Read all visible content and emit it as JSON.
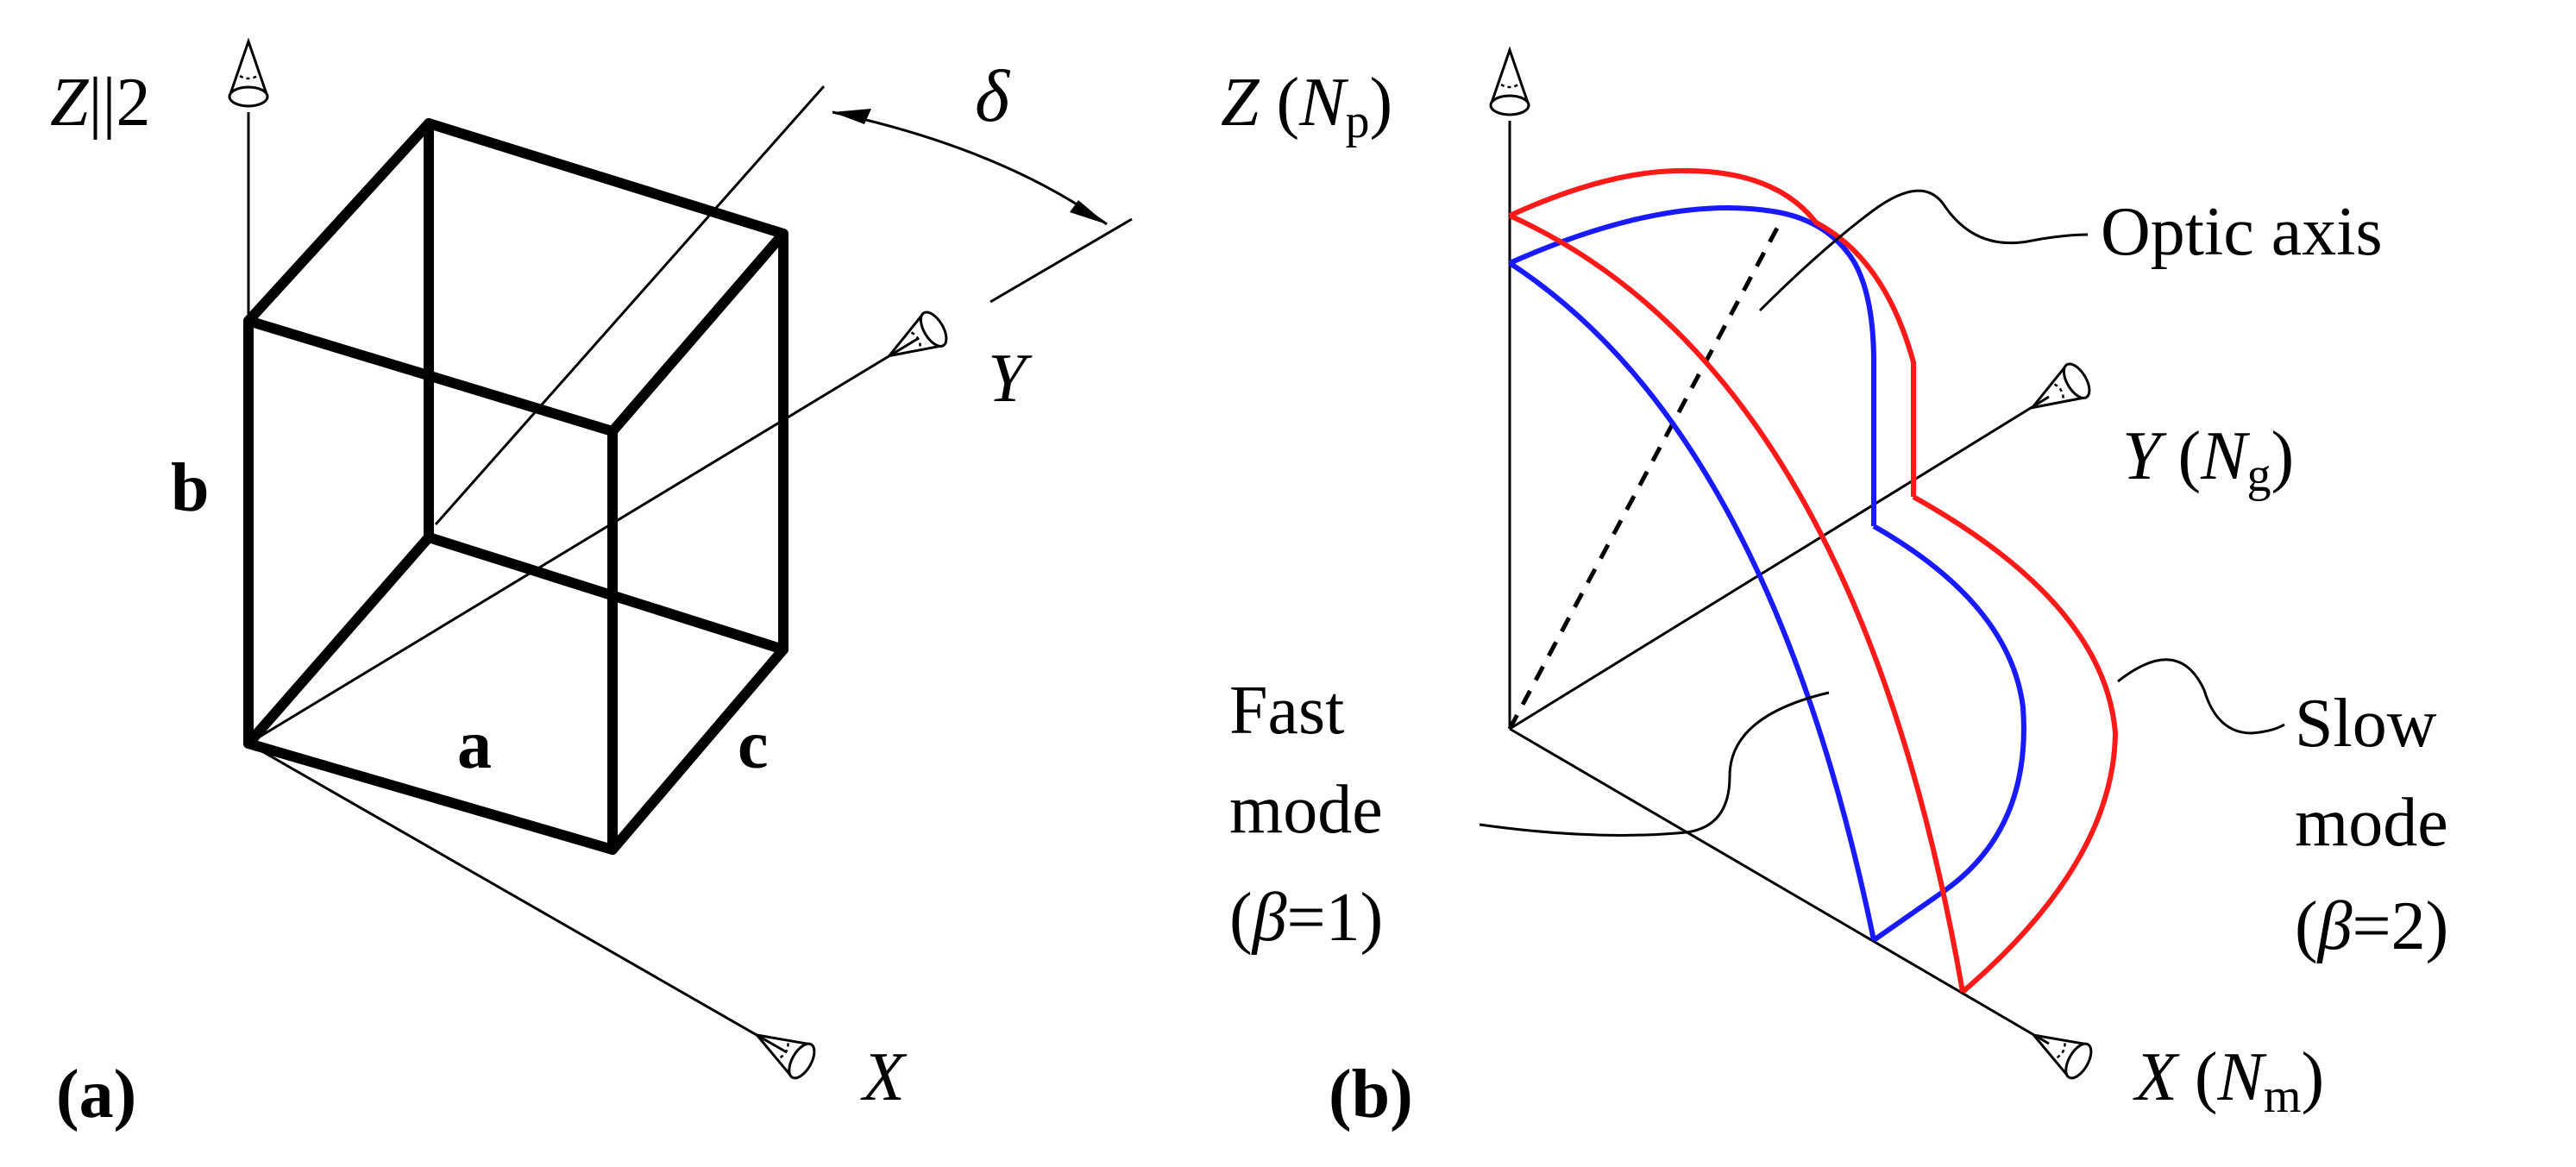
{
  "panel_a": {
    "label": "(a)",
    "z_axis": {
      "symbol": "Z",
      "suffix": "||2"
    },
    "y_axis": {
      "symbol": "Y"
    },
    "x_axis": {
      "symbol": "X"
    },
    "edge_a": "a",
    "edge_b": "b",
    "edge_c": "c",
    "angle": "δ"
  },
  "panel_b": {
    "label": "(b)",
    "z_axis": {
      "symbol": "Z",
      "open": "(",
      "var": "N",
      "sub": "p",
      "close": ")"
    },
    "y_axis": {
      "symbol": "Y",
      "open": "(",
      "var": "N",
      "sub": "g",
      "close": ")"
    },
    "x_axis": {
      "symbol": "X",
      "open": "(",
      "var": "N",
      "sub": "m",
      "close": ")"
    },
    "optic_axis": "Optic axis",
    "fast_mode": {
      "line1": "Fast",
      "line2": "mode",
      "open": "(",
      "beta": "β",
      "eq": "=1",
      "close": ")"
    },
    "slow_mode": {
      "line1": "Slow",
      "line2": "mode",
      "open": "(",
      "beta": "β",
      "eq": "=2",
      "close": ")"
    }
  },
  "colors": {
    "fast": "#1a1aff",
    "slow": "#ff1a1a",
    "ink": "#000000"
  }
}
